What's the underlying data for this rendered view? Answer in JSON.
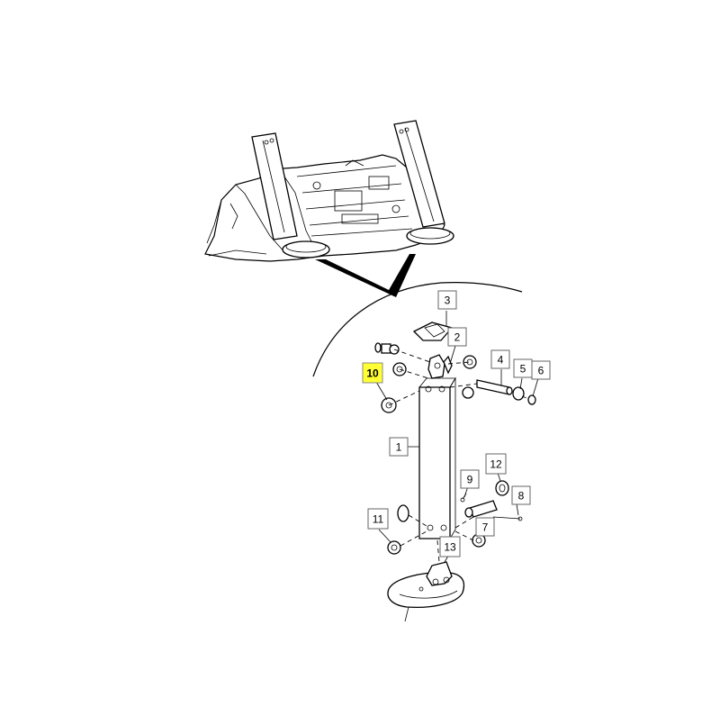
{
  "callouts": [
    {
      "id": "c1",
      "label": "1"
    },
    {
      "id": "c2",
      "label": "2"
    },
    {
      "id": "c3",
      "label": "3"
    },
    {
      "id": "c4",
      "label": "4"
    },
    {
      "id": "c5",
      "label": "5"
    },
    {
      "id": "c6",
      "label": "6"
    },
    {
      "id": "c7",
      "label": "7"
    },
    {
      "id": "c8",
      "label": "8"
    },
    {
      "id": "c9",
      "label": "9"
    },
    {
      "id": "c10",
      "label": "10",
      "highlighted": true
    },
    {
      "id": "c11",
      "label": "11"
    },
    {
      "id": "c12",
      "label": "12"
    },
    {
      "id": "c13",
      "label": "13"
    }
  ],
  "colors": {
    "highlight": "#ffff33",
    "line": "#000000",
    "background": "#ffffff"
  }
}
